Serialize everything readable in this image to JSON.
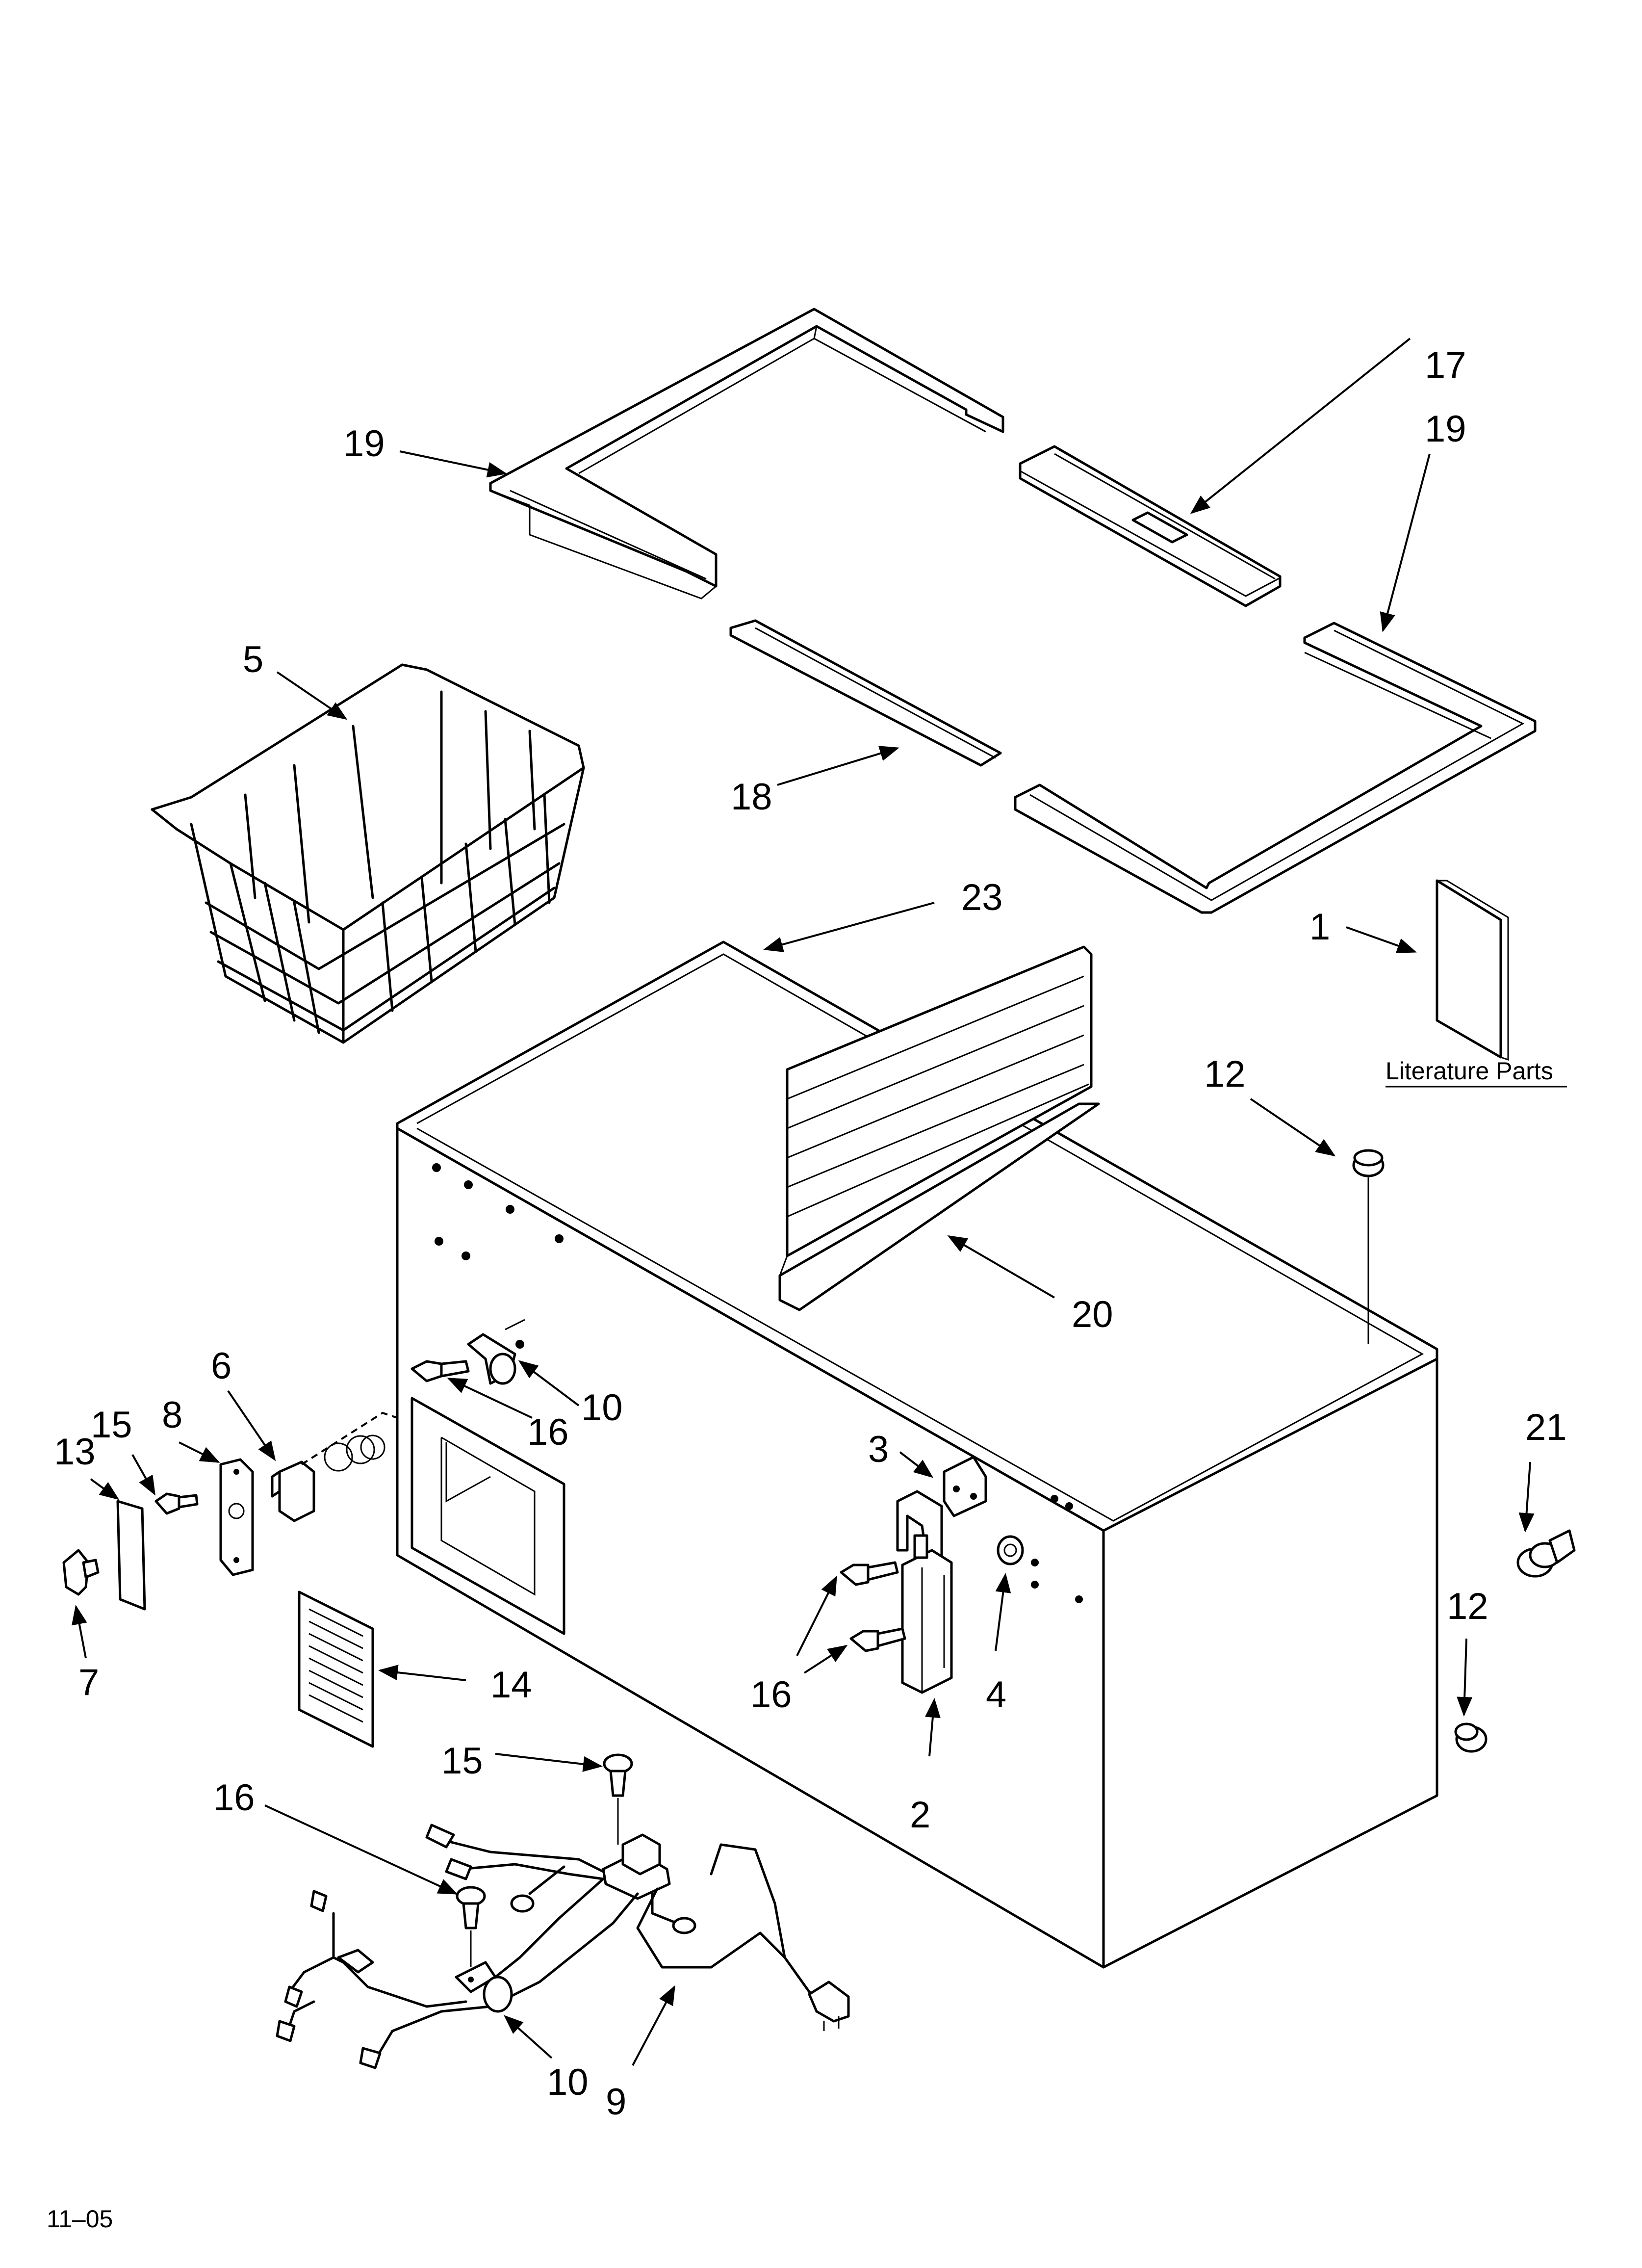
{
  "callouts": {
    "c1": "1",
    "c2": "2",
    "c3": "3",
    "c4": "4",
    "c5": "5",
    "c6": "6",
    "c7": "7",
    "c8": "8",
    "c9": "9",
    "c10a": "10",
    "c10b": "10",
    "c12a": "12",
    "c12b": "12",
    "c13": "13",
    "c14": "14",
    "c15a": "15",
    "c15b": "15",
    "c16a": "16",
    "c16b": "16",
    "c16c": "16",
    "c17": "17",
    "c18": "18",
    "c19a": "19",
    "c19b": "19",
    "c20": "20",
    "c21": "21",
    "c23": "23"
  },
  "literature_label": "Literature Parts",
  "date_code": "11–05"
}
